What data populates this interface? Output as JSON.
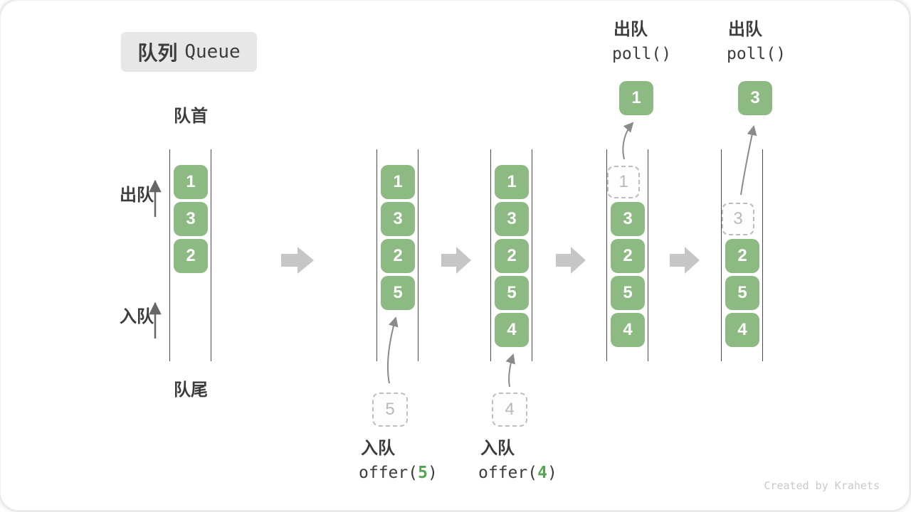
{
  "title": {
    "zh": "队列",
    "en": "Queue"
  },
  "labels": {
    "front": "队首",
    "rear": "队尾",
    "dequeue": "出队",
    "enqueue": "入队"
  },
  "colors": {
    "box_green": "#8cba82",
    "code_green": "#55a455",
    "ghost_gray": "#bdbdbd",
    "line_dark": "#4a4a4a",
    "block_arrow_gray": "#c6c6c6",
    "curve_arrow_gray": "#8a8a8a"
  },
  "queues": [
    {
      "items": [
        "1",
        "3",
        "2"
      ]
    },
    {
      "items": [
        "1",
        "3",
        "2",
        "5"
      ],
      "pending": "5",
      "op": {
        "label": "入队",
        "pre": "offer(",
        "arg": "5",
        "post": ")"
      }
    },
    {
      "items": [
        "1",
        "3",
        "2",
        "5",
        "4"
      ],
      "pending": "4",
      "op": {
        "label": "入队",
        "pre": "offer(",
        "arg": "4",
        "post": ")"
      }
    },
    {
      "items": [
        "3",
        "2",
        "5",
        "4"
      ],
      "ghost": "1",
      "out": "1",
      "op": {
        "label": "出队",
        "code": "poll()"
      }
    },
    {
      "items": [
        "2",
        "5",
        "4"
      ],
      "ghost": "3",
      "out": "3",
      "op": {
        "label": "出队",
        "code": "poll()"
      }
    }
  ],
  "watermark": "Created by Krahets"
}
